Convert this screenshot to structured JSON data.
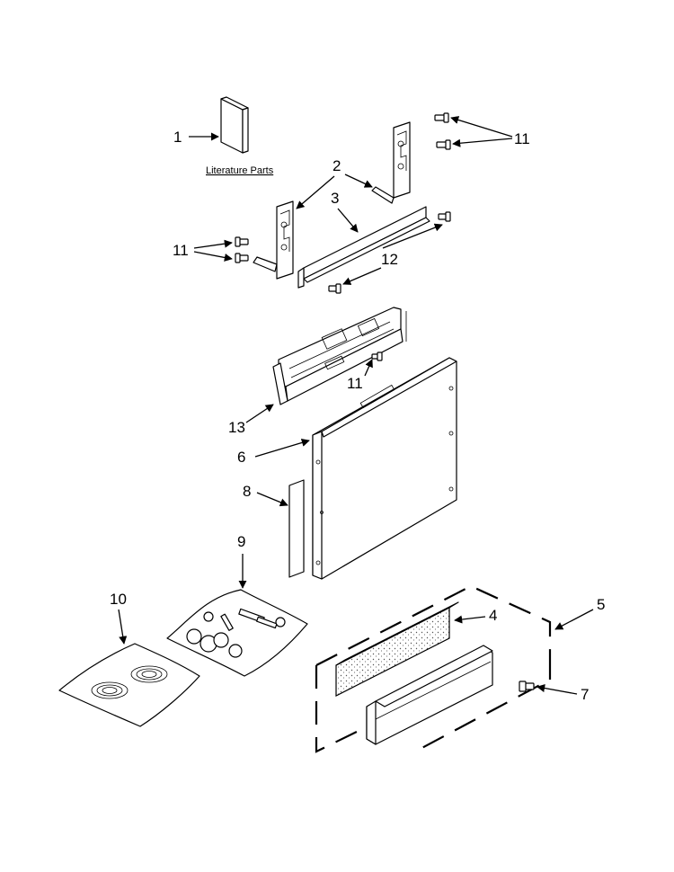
{
  "diagram": {
    "literature_label": "Literature Parts",
    "callouts": {
      "c1": "1",
      "c2": "2",
      "c3": "3",
      "c4": "4",
      "c5": "5",
      "c6": "6",
      "c7": "7",
      "c8": "8",
      "c9": "9",
      "c10": "10",
      "c11_top": "11",
      "c11_left": "11",
      "c11_mid": "11",
      "c12": "12",
      "c13": "13"
    }
  }
}
